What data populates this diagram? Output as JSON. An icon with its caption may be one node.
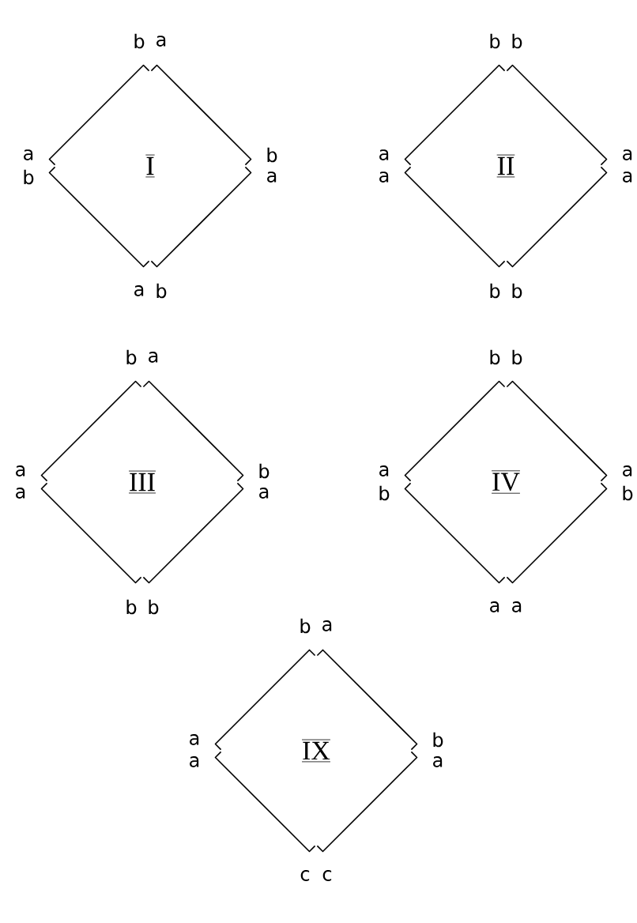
{
  "diagram": {
    "nodes": [
      {
        "text": [
          "I"
        ],
        "beside": [
          "b",
          "a",
          "a",
          "b",
          "b",
          "a",
          "a",
          "b"
        ]
      },
      {
        "text": [
          "II"
        ],
        "beside": [
          "b",
          "b",
          "a",
          "a",
          "a",
          "a",
          "b",
          "b"
        ]
      },
      {
        "text": [
          "III"
        ],
        "beside": [
          "b",
          "a",
          "a",
          "b",
          "a",
          "a",
          "b",
          "b"
        ]
      },
      {
        "text": [
          "IV"
        ],
        "beside": [
          "b",
          "b",
          "a",
          "a",
          "b",
          "b",
          "a",
          "a"
        ]
      },
      {
        "text": [
          "IX"
        ],
        "beside": [
          "b",
          "a",
          "a",
          "b",
          "a",
          "a",
          "c",
          "c"
        ]
      }
    ]
  }
}
